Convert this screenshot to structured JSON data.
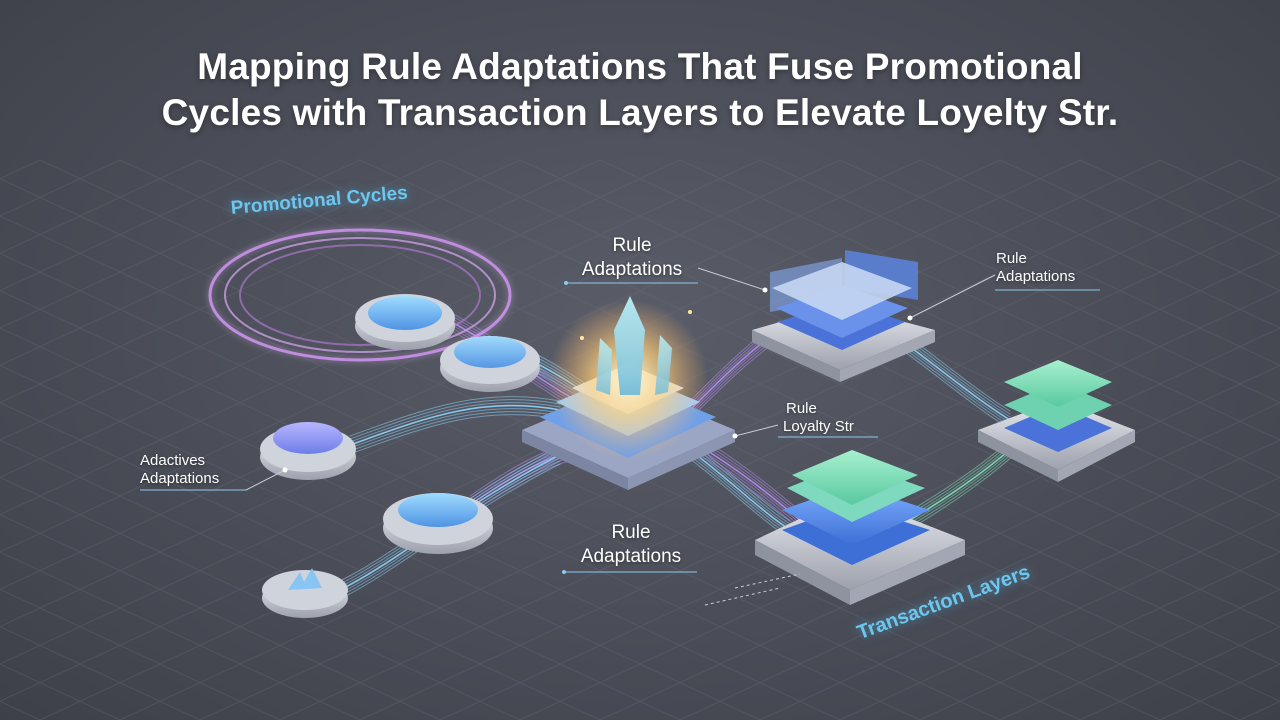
{
  "title": {
    "line1": "Mapping Rule Adaptations That Fuse Promotional",
    "line2": "Cycles with Transaction Layers to Elevate Loyelty Str."
  },
  "tags": {
    "promotional": "Promotional Cycles",
    "transaction": "Transaction Layers"
  },
  "labels": {
    "top_center": {
      "line1": "Rule",
      "line2": "Adaptations"
    },
    "top_right": {
      "line1": "Rule",
      "line2": "Adaptations"
    },
    "mid_right": {
      "line1": "Rule",
      "line2": "Loyalty Str"
    },
    "left": {
      "line1": "Adactives",
      "line2": "Adaptations"
    },
    "bottom_center": {
      "line1": "Rule",
      "line2": "Adaptations"
    }
  },
  "colors": {
    "background": "#4a4d57",
    "tag_blue": "#6cc6ee",
    "flow_purple": "#b48cf0",
    "flow_blue": "#8ccff5",
    "layer_green": "#7fe0b8",
    "layer_blue": "#5d8fe6",
    "core_glow": "#ffe6a6"
  }
}
